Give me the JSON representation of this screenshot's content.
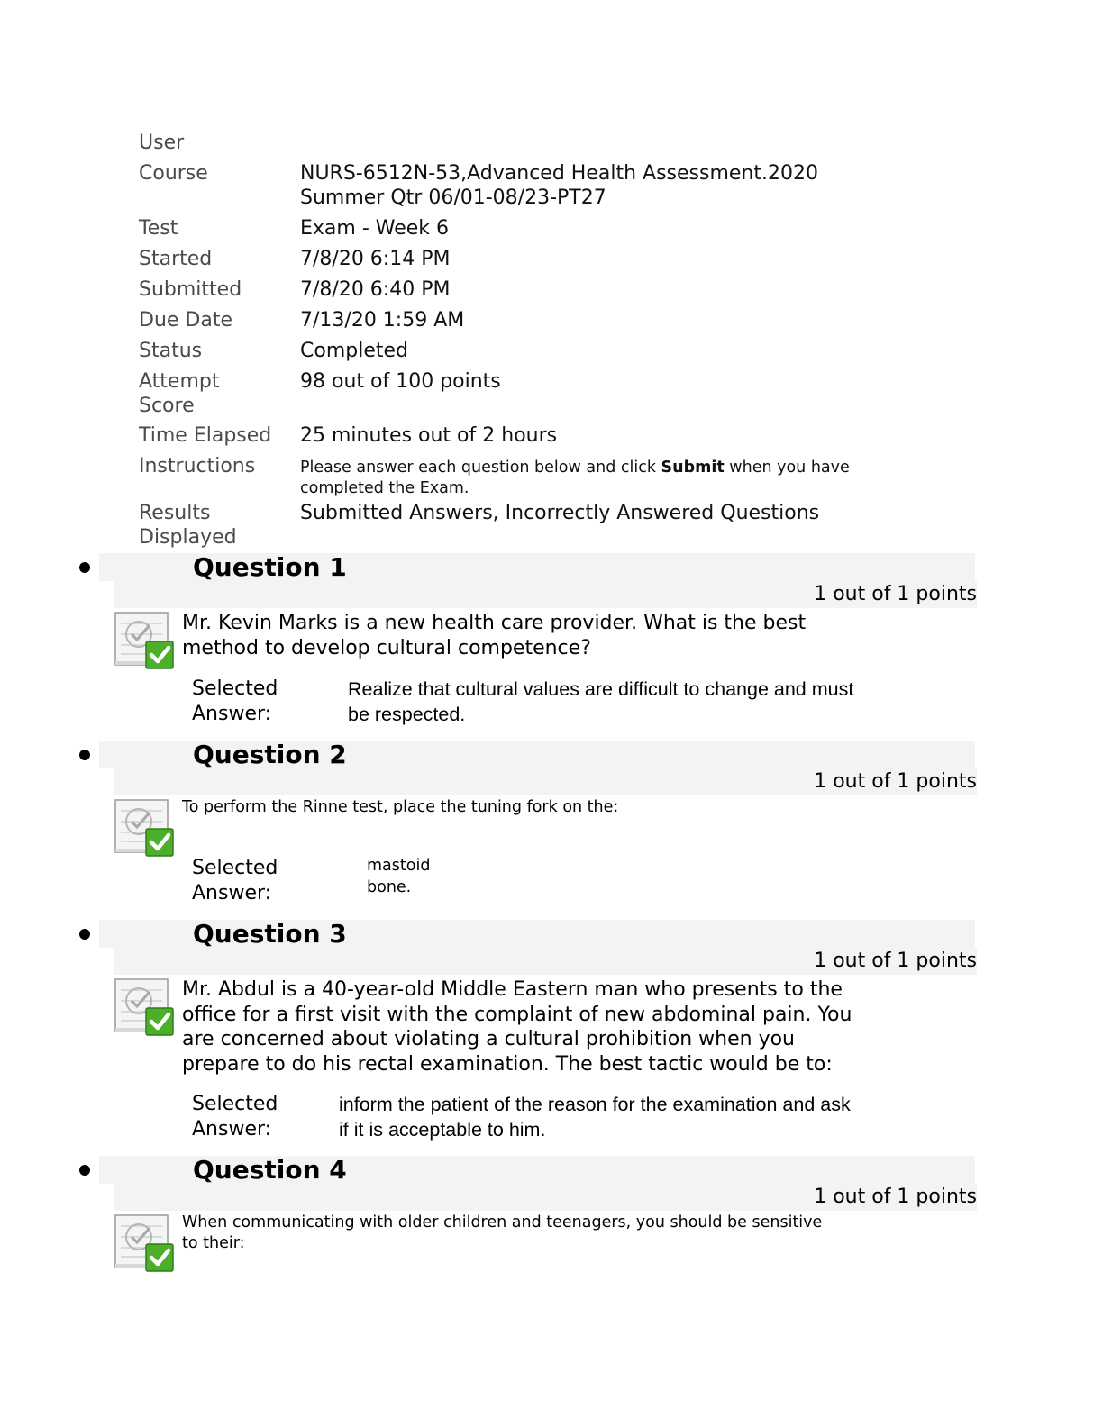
{
  "summary": {
    "user_label": "User",
    "course_label": "Course",
    "course_line1": "NURS-6512N-53,Advanced Health Assessment.2020",
    "course_line2": "Summer Qtr 06/01-08/23-PT27",
    "test_label": "Test",
    "test_value": "Exam - Week 6",
    "started_label": "Started",
    "started_value": "7/8/20 6:14 PM",
    "submitted_label": "Submitted",
    "submitted_value": "7/8/20 6:40 PM",
    "due_label": "Due Date",
    "due_value": "7/13/20 1:59 AM",
    "status_label": "Status",
    "status_value": "Completed",
    "attempt_label_1": "Attempt",
    "attempt_label_2": "Score",
    "attempt_value": "98 out of 100 points",
    "elapsed_label": "Time Elapsed",
    "elapsed_value": "25 minutes out of 2 hours",
    "instructions_label": "Instructions",
    "instructions_part1": "Please answer each question below and click ",
    "instructions_bold": "Submit",
    "instructions_part2": " when you have",
    "instructions_line2": "completed the Exam.",
    "results_label_1": "Results",
    "results_label_2": "Displayed",
    "results_value": "Submitted Answers, Incorrectly Answered Questions"
  },
  "questions": [
    {
      "title": "Question 1",
      "points": "1 out of 1 points",
      "text_lines": [
        "Mr. Kevin Marks is a new health care provider. What is the best",
        "method to develop cultural competence?"
      ],
      "selected_label_1": "Selected",
      "selected_label_2": "Answer:",
      "answer_lines": [
        "Realize that cultural values are difficult to change and must",
        "be respected."
      ],
      "status_icon": "correct-check-icon"
    },
    {
      "title": "Question 2",
      "points": "1 out of 1 points",
      "text_lines": [
        "To perform the Rinne test, place the tuning fork on the:"
      ],
      "selected_label_1": "Selected",
      "selected_label_2": "Answer:",
      "answer_lines": [
        "mastoid",
        "bone."
      ],
      "status_icon": "correct-check-icon"
    },
    {
      "title": "Question 3",
      "points": "1 out of 1 points",
      "text_lines": [
        "Mr. Abdul is a 40-year-old Middle Eastern man who presents to the",
        "office for a first visit with the complaint of new abdominal pain. You",
        "are concerned about violating a cultural prohibition when you",
        "prepare to do his rectal examination. The best tactic would be to:"
      ],
      "selected_label_1": "Selected",
      "selected_label_2": "Answer:",
      "answer_lines": [
        "inform the patient of the reason for the examination and ask",
        "if it is acceptable to him."
      ],
      "status_icon": "correct-check-icon"
    },
    {
      "title": "Question 4",
      "points": "1 out of 1 points",
      "text_lines": [
        "When communicating with older children and teenagers, you should be sensitive",
        "to their:"
      ],
      "status_icon": "correct-check-icon"
    }
  ],
  "colors": {
    "label": "#4a4a4a",
    "header_bg": "#f3f3f3",
    "check_green": "#4caf2a"
  }
}
